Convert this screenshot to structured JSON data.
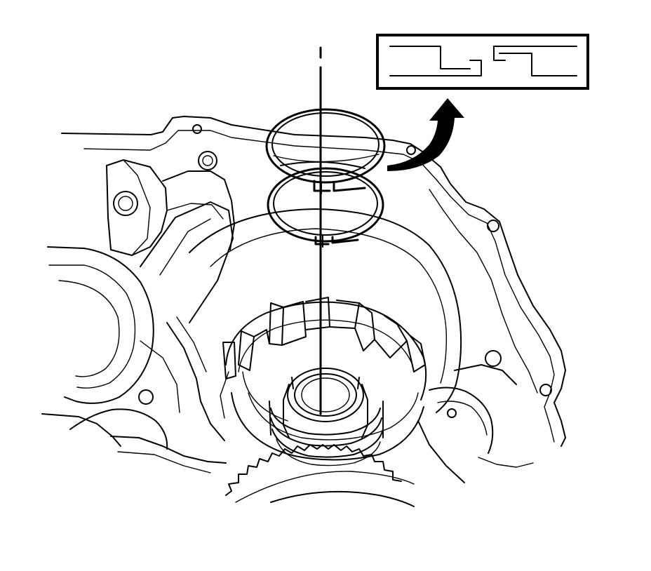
{
  "diagram": {
    "colors": {
      "line": "#000000",
      "background": "#ffffff"
    },
    "parts": [
      "transmission-case",
      "clutch-drum",
      "shaft-hub",
      "ring-gear",
      "upper-seal-ring",
      "lower-seal-ring",
      "installation-axis",
      "detail-arrow",
      "ring-joint-detail-inset"
    ]
  }
}
